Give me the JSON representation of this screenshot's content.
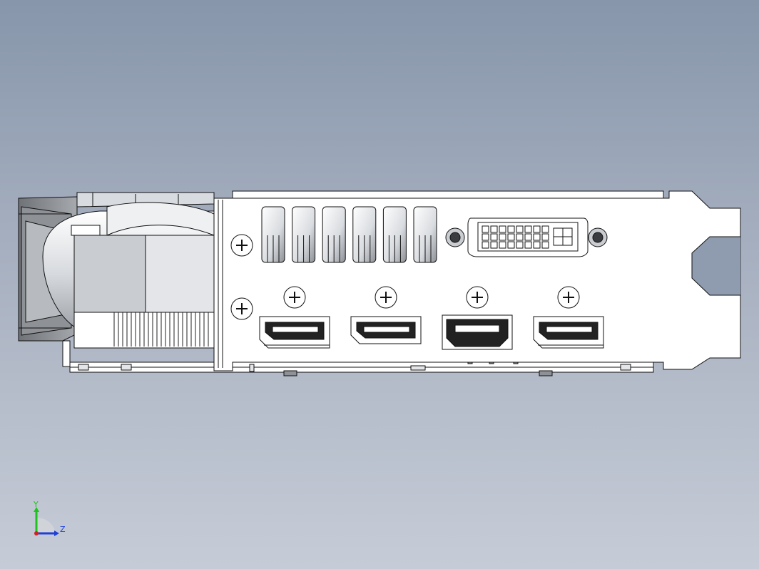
{
  "viewport": {
    "background_top": "#8796ab",
    "background_bottom": "#c6ccd7"
  },
  "model": {
    "line_color": "#111111",
    "face_color": "#ffffff",
    "shade_color": "#c9ccd0",
    "dark_face": "#8e9196"
  },
  "io_bracket": {
    "vent_slots": 6,
    "connectors": [
      {
        "type": "dvi"
      },
      {
        "type": "displayport"
      },
      {
        "type": "displayport"
      },
      {
        "type": "hdmi"
      },
      {
        "type": "displayport"
      }
    ]
  },
  "triad": {
    "y_label": "Y",
    "z_label": "Z",
    "y_color": "#1fc21f",
    "z_color": "#1f3fd8",
    "x_color": "#d81f1f"
  }
}
